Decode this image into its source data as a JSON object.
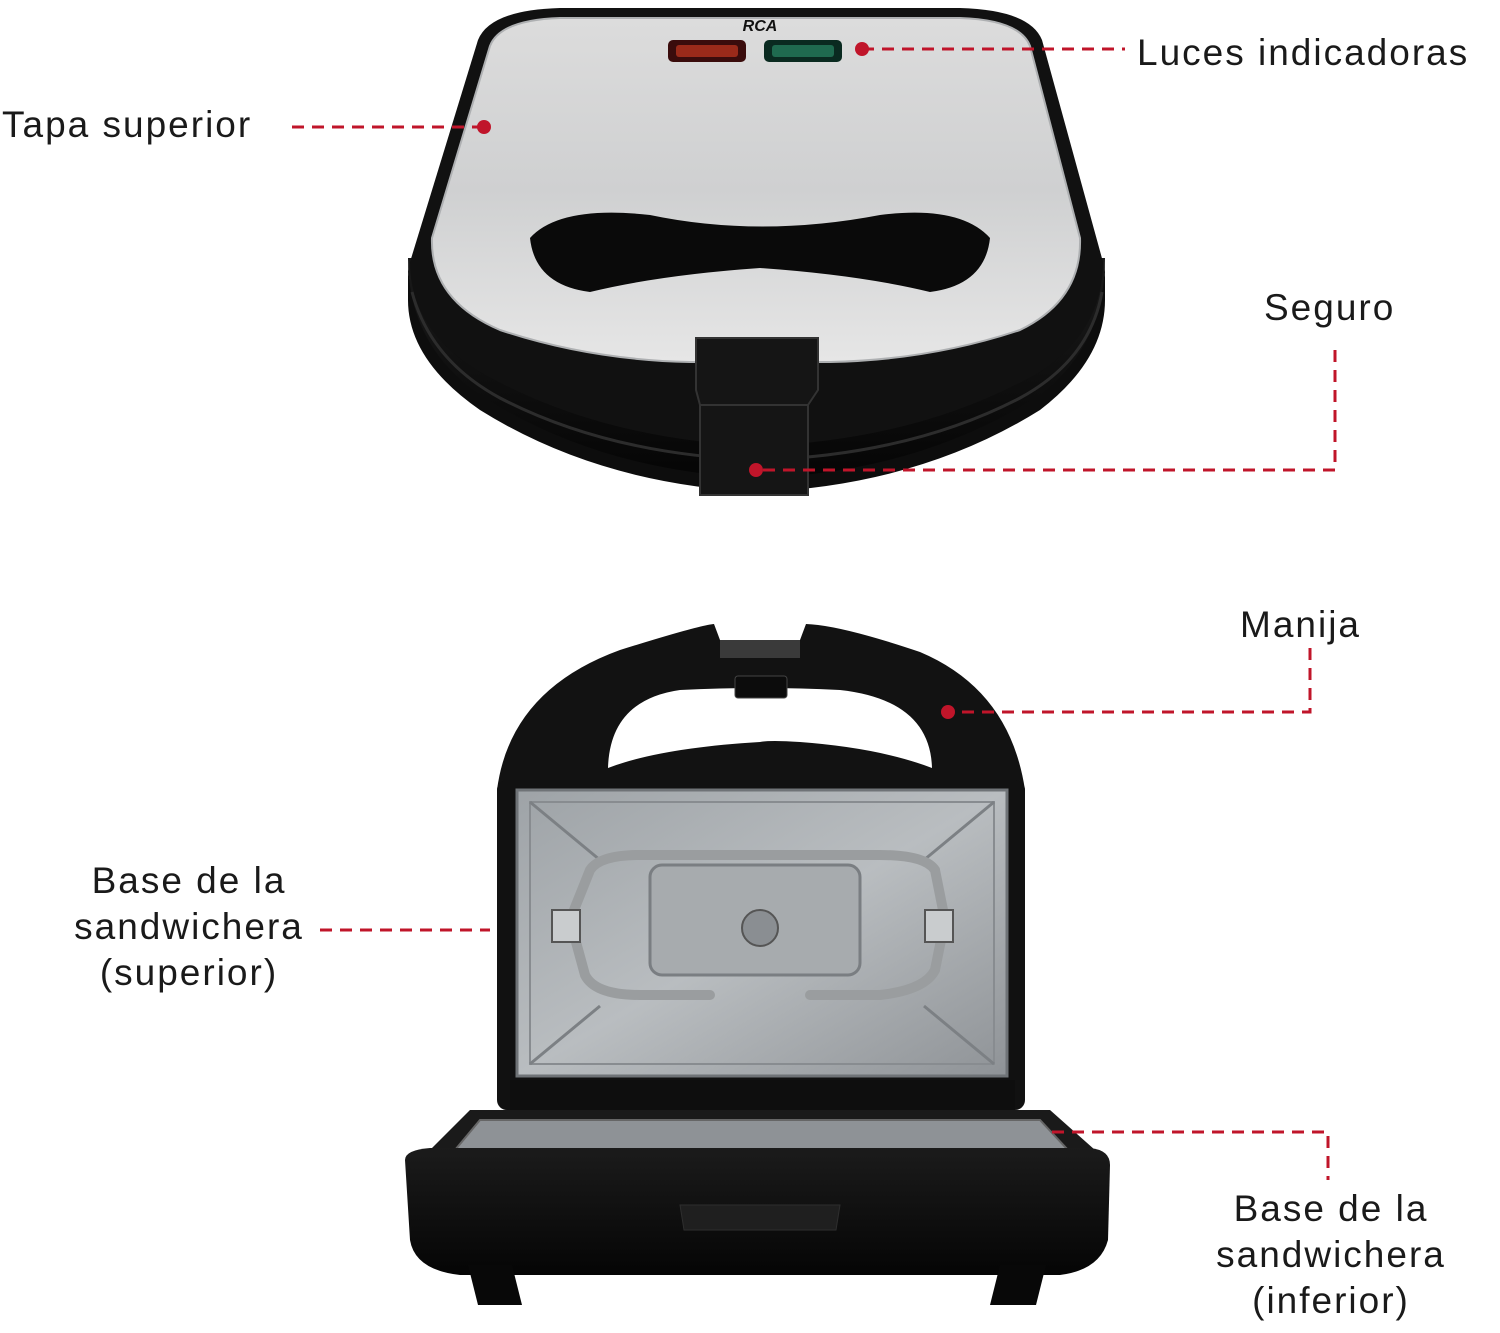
{
  "brand": "RCA",
  "accent_color": "#c0152a",
  "callouts": {
    "luces": "Luces indicadoras",
    "tapa": "Tapa superior",
    "seguro": "Seguro",
    "manija": "Manija",
    "base_sup_line1": "Base de la",
    "base_sup_line2": "sandwichera",
    "base_sup_line3": "(superior)",
    "base_inf_line1": "Base de la",
    "base_inf_line2": "sandwichera",
    "base_inf_line3": "(inferior)"
  }
}
